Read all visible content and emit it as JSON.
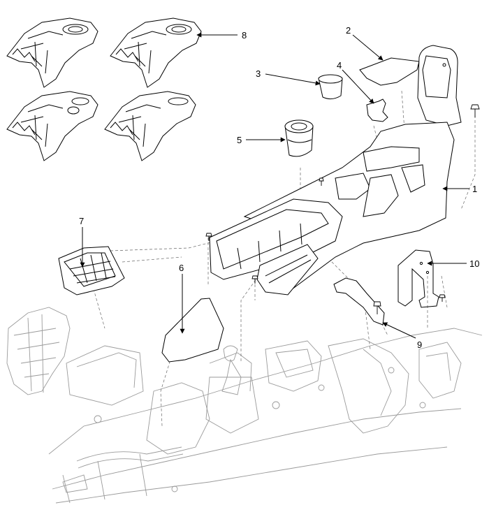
{
  "figure": {
    "kind": "exploded parts diagram",
    "line_color": "#000000",
    "ghost_line_color": "#9a9a9a",
    "background_color": "#ffffff"
  },
  "callouts": [
    {
      "id": "c1",
      "label": "1"
    },
    {
      "id": "c2",
      "label": "2"
    },
    {
      "id": "c3",
      "label": "3"
    },
    {
      "id": "c4",
      "label": "4"
    },
    {
      "id": "c5",
      "label": "5"
    },
    {
      "id": "c6",
      "label": "6"
    },
    {
      "id": "c7",
      "label": "7"
    },
    {
      "id": "c8",
      "label": "8"
    },
    {
      "id": "c9",
      "label": "9"
    },
    {
      "id": "c10",
      "label": "10"
    }
  ]
}
